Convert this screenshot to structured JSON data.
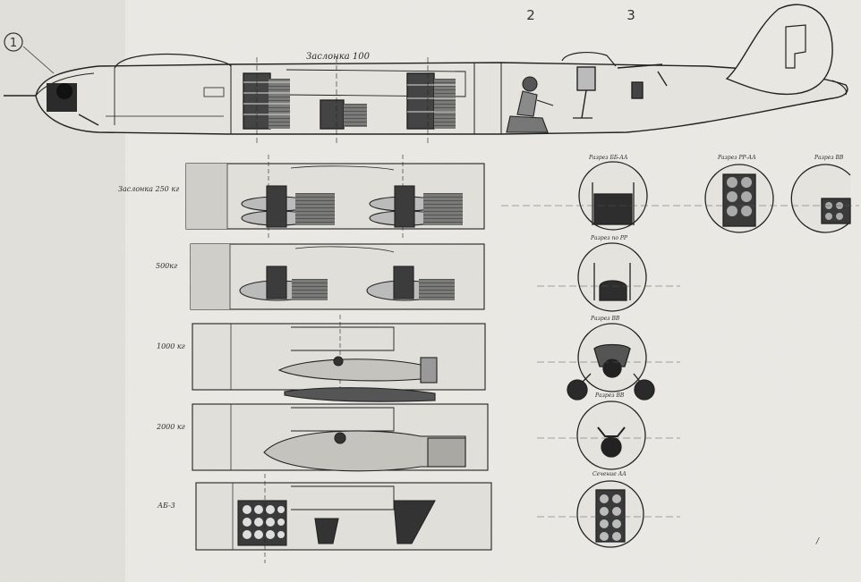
{
  "callouts": [
    "1",
    "2",
    "3"
  ],
  "fuselage_title": "Заслонка 100",
  "bomb_bay_rows": [
    {
      "label": "Заслонка 250 кг"
    },
    {
      "label": "500кг"
    },
    {
      "label": "1000 кг"
    },
    {
      "label": "2000 кг"
    },
    {
      "label": "АБ-3"
    }
  ],
  "section_views": {
    "top_row": [
      "Разрез ББ-АА",
      "Разрез РР-АА",
      "Разрез ВВ"
    ],
    "column": [
      "Разрез по РР",
      "Разрез ВВ",
      "Разрез ВВ",
      "Сечение АА"
    ]
  },
  "corner_mark": "/"
}
